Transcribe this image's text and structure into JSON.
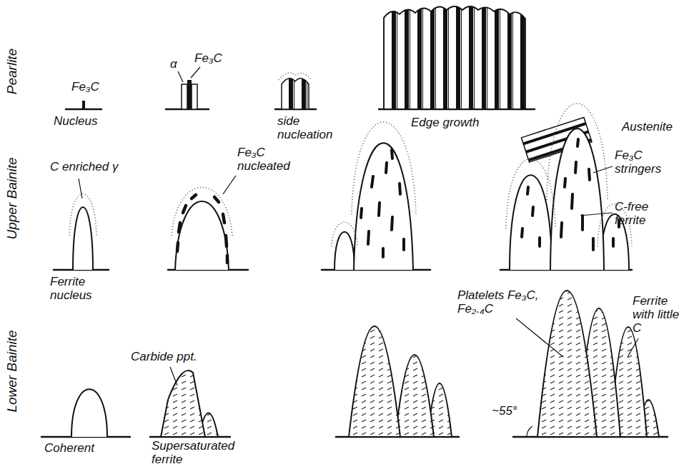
{
  "diagram": {
    "labels": [
      "Pearlite",
      "Upper Bainite",
      "Lower Bainite",
      "Fe₃C",
      "Nucleus",
      "α",
      "Fe₃C",
      "side nucleation",
      "Edge growth",
      "C enriched γ",
      "Ferrite nucleus",
      "Fe₃C nucleated",
      "Austenite",
      "Fe₃C stringers",
      "C-free ferrite",
      "Carbide ppt.",
      "Coherent",
      "Supersaturated ferrite",
      "Platelets Fe₃C, Fe₂.₄C",
      "Ferrite with little C",
      "~55°"
    ]
  }
}
